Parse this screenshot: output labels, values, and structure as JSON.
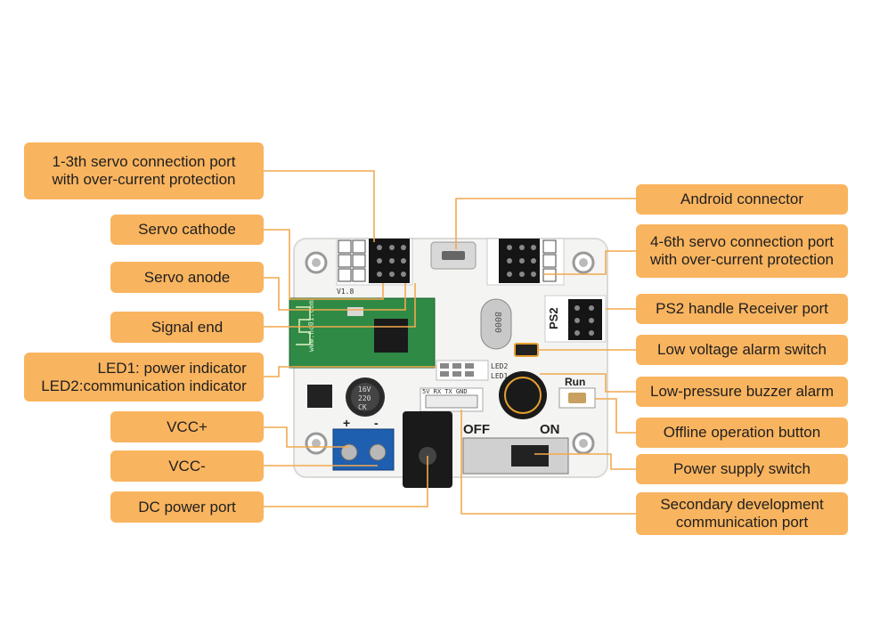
{
  "labels": {
    "servo13": "1-3th servo connection port\nwith over-current protection",
    "servo_cathode": "Servo cathode",
    "servo_anode": "Servo anode",
    "signal_end": "Signal end",
    "led": "LED1: power indicator\nLED2:communication indicator",
    "vcc_plus": "VCC+",
    "vcc_minus": "VCC-",
    "dc_power": "DC power port",
    "android": "Android connector",
    "servo46": "4-6th servo connection port\nwith over-current protection",
    "ps2": "PS2 handle Receiver port",
    "low_voltage": "Low voltage alarm switch",
    "buzzer": "Low-pressure buzzer alarm",
    "offline": "Offline operation button",
    "power_switch": "Power supply switch",
    "secondary": "Secondary development\ncommunication port"
  },
  "board": {
    "version": "V1.8",
    "ps2_text": "PS2",
    "crystal": "8000",
    "cap_text": "16V\n220\nCK",
    "off": "OFF",
    "on": "ON",
    "run": "Run",
    "led1": "LED1",
    "led2": "LED2",
    "header_pins": "5V RX TX GND",
    "plus": "+",
    "minus": "-",
    "website": "www.hc01.com"
  },
  "colors": {
    "label_bg": "#f9b45f",
    "line": "#f2a94f",
    "board": "#f4f4f2",
    "module": "#2f8a46",
    "terminal": "#1e5fb0"
  }
}
